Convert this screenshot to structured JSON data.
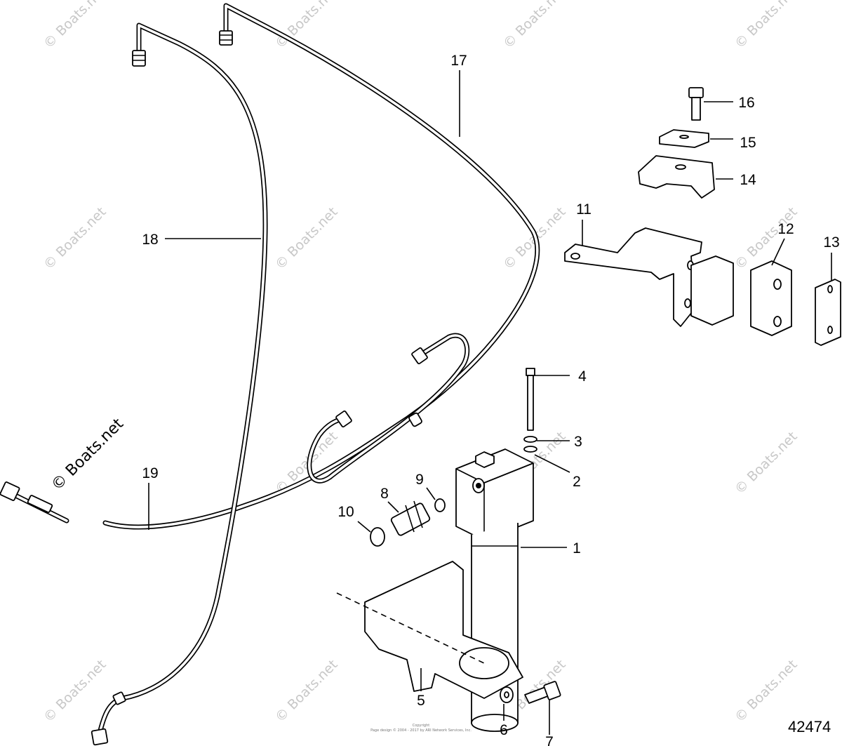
{
  "watermark": "© Boats.net",
  "figure_number": "42474",
  "copyright": {
    "line1": "Copyright",
    "line2": "Page design © 2004 - 2017 by ARI Network Services, Inc."
  },
  "callouts": [
    {
      "id": "1",
      "label": "1"
    },
    {
      "id": "2",
      "label": "2"
    },
    {
      "id": "3",
      "label": "3"
    },
    {
      "id": "4",
      "label": "4"
    },
    {
      "id": "5",
      "label": "5"
    },
    {
      "id": "6",
      "label": "6"
    },
    {
      "id": "7",
      "label": "7"
    },
    {
      "id": "8",
      "label": "8"
    },
    {
      "id": "9",
      "label": "9"
    },
    {
      "id": "10",
      "label": "10"
    },
    {
      "id": "11",
      "label": "11"
    },
    {
      "id": "12",
      "label": "12"
    },
    {
      "id": "13",
      "label": "13"
    },
    {
      "id": "14",
      "label": "14"
    },
    {
      "id": "15",
      "label": "15"
    },
    {
      "id": "16",
      "label": "16"
    },
    {
      "id": "17",
      "label": "17"
    },
    {
      "id": "18",
      "label": "18"
    },
    {
      "id": "19",
      "label": "19"
    }
  ]
}
